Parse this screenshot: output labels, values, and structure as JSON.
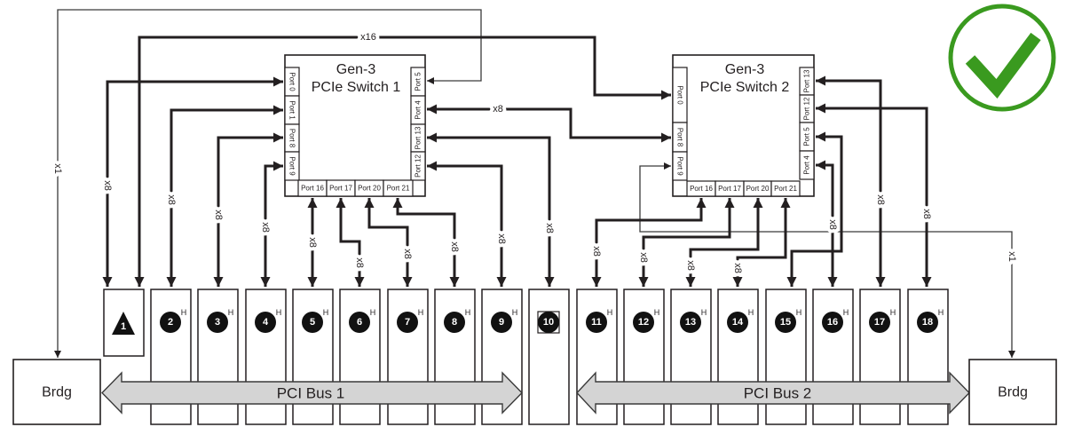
{
  "figure": {
    "status_icon": {
      "name": "checkmark-circle-icon",
      "color": "#3a9a1f"
    },
    "switches": [
      {
        "title_line1": "Gen-3",
        "title_line2": "PCIe Switch 1",
        "left_ports": [
          "Port 0",
          "Port 1",
          "Port 8",
          "Port 9"
        ],
        "right_ports": [
          "Port 5",
          "Port 4",
          "Port 13",
          "Port 12"
        ],
        "bottom_ports": [
          "Port 16",
          "Port 17",
          "Port 20",
          "Port 21"
        ]
      },
      {
        "title_line1": "Gen-3",
        "title_line2": "PCIe Switch 2",
        "left_ports": [
          "Port 0",
          "Port 8",
          "Port 9"
        ],
        "right_ports": [
          "Port 13",
          "Port 12",
          "Port 5",
          "Port 4"
        ],
        "bottom_ports": [
          "Port 16",
          "Port 17",
          "Port 20",
          "Port 21"
        ]
      }
    ],
    "bridges": [
      "Brdg",
      "Brdg"
    ],
    "buses": [
      "PCI Bus 1",
      "PCI Bus 2"
    ],
    "slots": [
      {
        "number": "1",
        "marker": "triangle",
        "superscript": ""
      },
      {
        "number": "2",
        "marker": "circle",
        "superscript": "H"
      },
      {
        "number": "3",
        "marker": "circle",
        "superscript": "H"
      },
      {
        "number": "4",
        "marker": "circle",
        "superscript": "H"
      },
      {
        "number": "5",
        "marker": "circle",
        "superscript": "H"
      },
      {
        "number": "6",
        "marker": "circle",
        "superscript": "H"
      },
      {
        "number": "7",
        "marker": "circle",
        "superscript": "H"
      },
      {
        "number": "8",
        "marker": "circle",
        "superscript": "H"
      },
      {
        "number": "9",
        "marker": "circle",
        "superscript": "H"
      },
      {
        "number": "10",
        "marker": "boxed-circle",
        "superscript": ""
      },
      {
        "number": "11",
        "marker": "circle",
        "superscript": "H"
      },
      {
        "number": "12",
        "marker": "circle",
        "superscript": "H"
      },
      {
        "number": "13",
        "marker": "circle",
        "superscript": "H"
      },
      {
        "number": "14",
        "marker": "circle",
        "superscript": "H"
      },
      {
        "number": "15",
        "marker": "circle",
        "superscript": "H"
      },
      {
        "number": "16",
        "marker": "circle",
        "superscript": "H"
      },
      {
        "number": "17",
        "marker": "circle",
        "superscript": "H"
      },
      {
        "number": "18",
        "marker": "circle",
        "superscript": "H"
      }
    ],
    "links": [
      {
        "from": "Brdg (left)",
        "to": "Switch 1 Port 5",
        "width": "x1"
      },
      {
        "from": "Slot 1",
        "to": "Switch 2 Port 0",
        "width": "x16"
      },
      {
        "from": "Slot 1",
        "to": "Switch 1 Port 0",
        "width": "x8"
      },
      {
        "from": "Slot 2",
        "to": "Switch 1 Port 1",
        "width": "x8"
      },
      {
        "from": "Slot 3",
        "to": "Switch 1 Port 8",
        "width": "x8"
      },
      {
        "from": "Slot 4",
        "to": "Switch 1 Port 9",
        "width": "x8"
      },
      {
        "from": "Slot 5",
        "to": "Switch 1 Port 16",
        "width": "x8"
      },
      {
        "from": "Slot 6",
        "to": "Switch 1 Port 17",
        "width": "x8"
      },
      {
        "from": "Slot 7",
        "to": "Switch 1 Port 20",
        "width": "x8"
      },
      {
        "from": "Slot 8",
        "to": "Switch 1 Port 21",
        "width": "x8"
      },
      {
        "from": "Slot 9",
        "to": "Switch 1 Port 12",
        "width": "x8"
      },
      {
        "from": "Slot 10",
        "to": "Switch 1 Port 13",
        "width": "x8"
      },
      {
        "from": "Switch 1 Port 4",
        "to": "Switch 2 Port 8",
        "width": "x8"
      },
      {
        "from": "Brdg (right)",
        "to": "Switch 2 Port 9",
        "width": "x1"
      },
      {
        "from": "Slot 11",
        "to": "Switch 2 Port 16",
        "width": "x8"
      },
      {
        "from": "Slot 12",
        "to": "Switch 2 Port 17",
        "width": "x8"
      },
      {
        "from": "Slot 13",
        "to": "Switch 2 Port 20",
        "width": "x8"
      },
      {
        "from": "Slot 14",
        "to": "Switch 2 Port 21",
        "width": "x8"
      },
      {
        "from": "Slot 15",
        "to": "Switch 2 Port 5"
      },
      {
        "from": "Slot 16",
        "to": "Switch 2 Port 4",
        "width": "x8"
      },
      {
        "from": "Slot 17",
        "to": "Switch 2 Port 13",
        "width": "x8"
      },
      {
        "from": "Slot 18",
        "to": "Switch 2 Port 12",
        "width": "x8"
      }
    ]
  }
}
